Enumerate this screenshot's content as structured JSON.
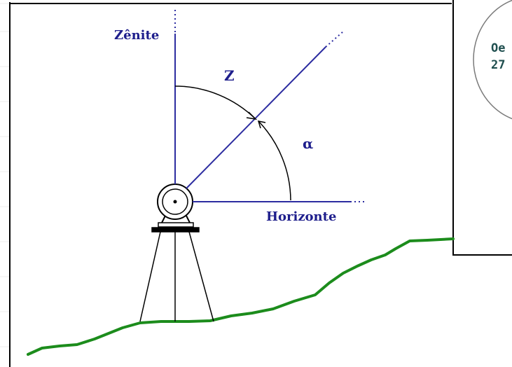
{
  "diagram": {
    "labels": {
      "zenith": "Zênite",
      "horizon": "Horizonte",
      "zenith_angle": "Z",
      "altitude_angle": "α"
    },
    "inset": {
      "line1": "Oe",
      "line2": "27"
    }
  },
  "colors": {
    "line_blue": "#2c2ca0",
    "label_blue": "#1e1e8c",
    "ground_green": "#1c8c1c",
    "ink_black": "#000000",
    "inset_text": "#1f4f4f"
  },
  "icons": {
    "instrument": "theodolite-icon",
    "tripod": "tripod-icon"
  }
}
